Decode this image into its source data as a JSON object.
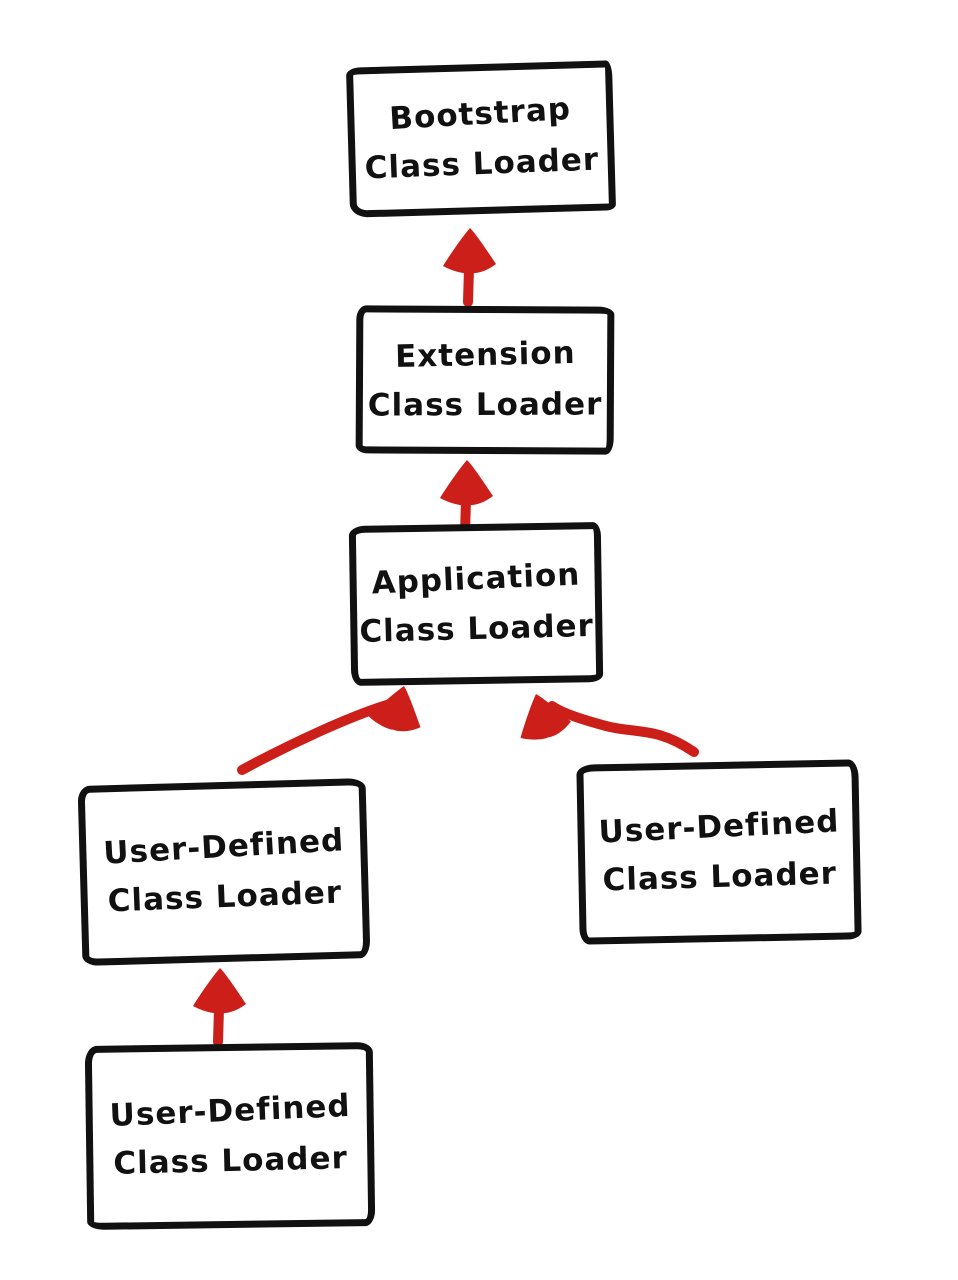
{
  "colors": {
    "ink": "#111111",
    "arrow_red": "#cc1f1a",
    "background": "#ffffff"
  },
  "nodes": {
    "bootstrap": {
      "line1": "Bootstrap",
      "line2": "Class Loader"
    },
    "extension": {
      "line1": "Extension",
      "line2": "Class Loader"
    },
    "application": {
      "line1": "Application",
      "line2": "Class Loader"
    },
    "user_left": {
      "line1": "User-Defined",
      "line2": "Class Loader"
    },
    "user_right": {
      "line1": "User-Defined",
      "line2": "Class Loader"
    },
    "user_bottom": {
      "line1": "User-Defined",
      "line2": "Class Loader"
    }
  },
  "edges": [
    {
      "from": "extension",
      "to": "bootstrap",
      "style": "red-arrow-up"
    },
    {
      "from": "application",
      "to": "extension",
      "style": "red-arrow-up"
    },
    {
      "from": "user_left",
      "to": "application",
      "style": "red-arrow-diagonal-up-right"
    },
    {
      "from": "user_right",
      "to": "application",
      "style": "red-arrow-diagonal-up-left"
    },
    {
      "from": "user_bottom",
      "to": "user_left",
      "style": "red-arrow-up"
    }
  ]
}
